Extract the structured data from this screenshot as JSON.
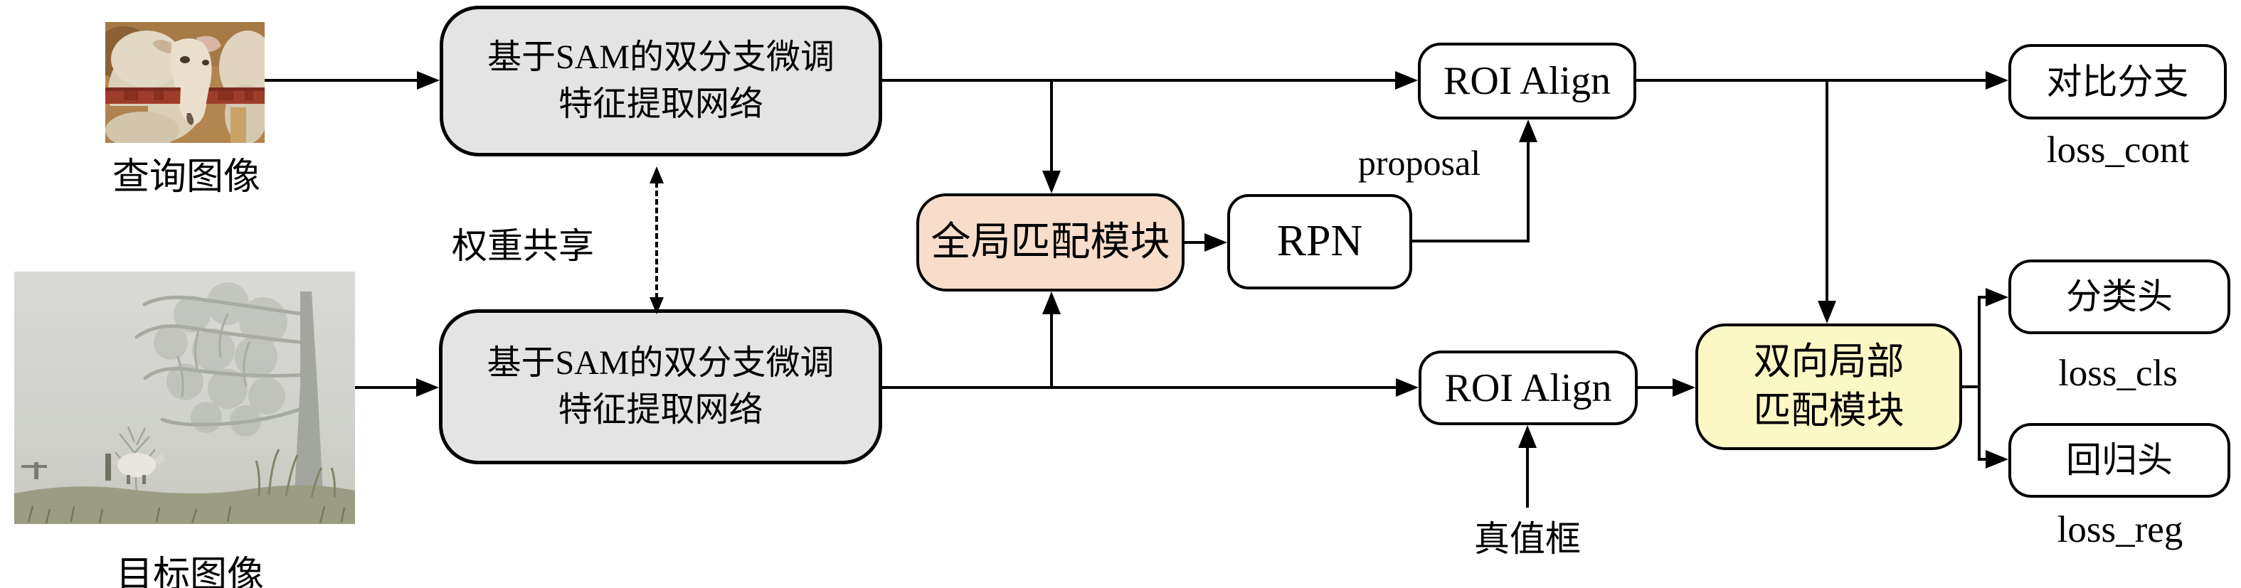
{
  "diagram": {
    "inputs": {
      "query_image_label": "查询图像",
      "target_image_label": "目标图像"
    },
    "nodes": {
      "backbone_query": {
        "line1": "基于SAM的双分支微调",
        "line2": "特征提取网络"
      },
      "backbone_target": {
        "line1": "基于SAM的双分支微调",
        "line2": "特征提取网络"
      },
      "global_match": {
        "label": "全局匹配模块"
      },
      "rpn": {
        "label": "RPN"
      },
      "roi_align_top": {
        "label": "ROI Align"
      },
      "roi_align_bottom": {
        "label": "ROI Align"
      },
      "contrast_branch": {
        "label": "对比分支"
      },
      "local_match": {
        "line1": "双向局部",
        "line2": "匹配模块"
      },
      "cls_head": {
        "label": "分类头"
      },
      "reg_head": {
        "label": "回归头"
      }
    },
    "labels": {
      "weight_share": "权重共享",
      "proposal": "proposal",
      "gt_box": "真值框",
      "loss_cont": "loss_cont",
      "loss_cls": "loss_cls",
      "loss_reg": "loss_reg"
    },
    "colors": {
      "backbone_fill": "#e4e4e4",
      "global_match_fill": "#f8ddcb",
      "local_match_fill": "#fbf8c5",
      "node_fill": "#ffffff",
      "line": "#000000"
    }
  }
}
